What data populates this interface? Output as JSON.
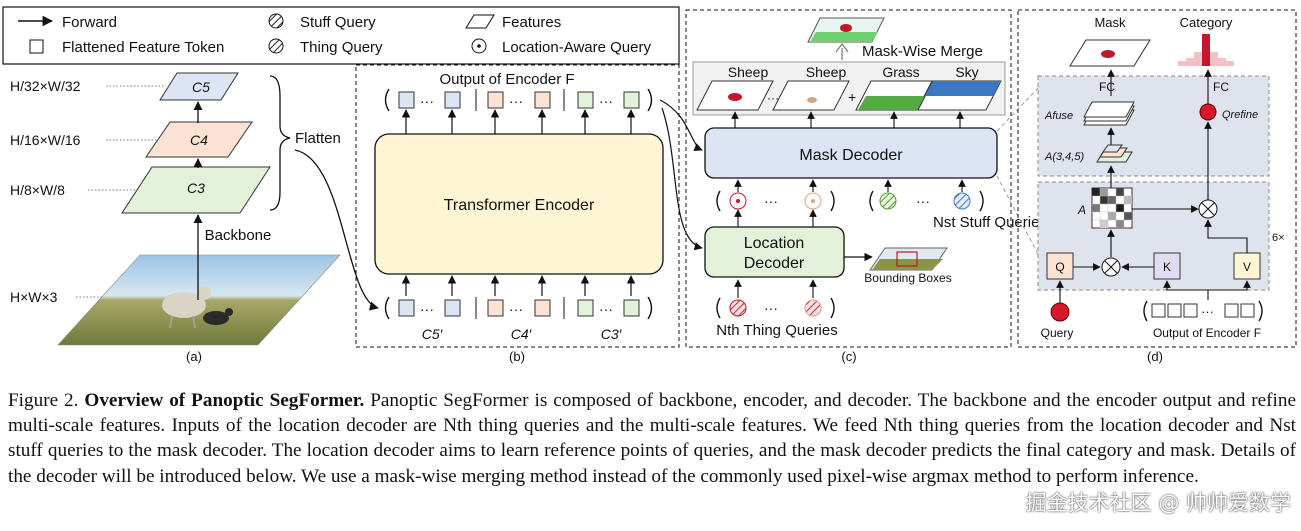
{
  "legend": {
    "forward": "Forward",
    "token": "Flattened Feature Token",
    "stuff_query": "Stuff Query",
    "thing_query": "Thing Query",
    "features": "Features",
    "location_query": "Location-Aware Query"
  },
  "panel_a": {
    "c5": "C5",
    "c4": "C4",
    "c3": "C3",
    "scale_32": "H/32×W/32",
    "scale_16": "H/16×W/16",
    "scale_8": "H/8×W/8",
    "input": "H×W×3",
    "backbone": "Backbone",
    "flatten": "Flatten",
    "label": "(a)"
  },
  "panel_b": {
    "output_label": "Output of Encoder F",
    "encoder": "Transformer Encoder",
    "c5p": "C5′",
    "c4p": "C4′",
    "c3p": "C3′",
    "label": "(b)"
  },
  "panel_c": {
    "merge": "Mask-Wise Merge",
    "classes": [
      "Sheep",
      "Sheep",
      "Grass",
      "Sky"
    ],
    "class_colors": [
      "#c0182c",
      "#d4a387",
      "#55aa44",
      "#3a78c2"
    ],
    "mask_decoder": "Mask Decoder",
    "location_decoder_1": "Location",
    "location_decoder_2": "Decoder",
    "stuff_queries": "Nst Stuff Queries",
    "thing_queries": "Nth Thing Queries",
    "bounding_boxes": "Bounding Boxes",
    "label": "(c)"
  },
  "panel_d": {
    "mask": "Mask",
    "category": "Category",
    "fc_left": "FC",
    "fc_right": "FC",
    "a_fuse": "Afuse",
    "a_345": "A(3,4,5)",
    "q_refine": "Qrefine",
    "a": "A",
    "repeat": "6×",
    "q": "Q",
    "k": "K",
    "v": "V",
    "query": "Query",
    "output_label": "Output of Encoder F",
    "label": "(d)"
  },
  "caption": {
    "prefix": "Figure 2.",
    "title": "Overview of Panoptic SegFormer.",
    "body": "Panoptic SegFormer is composed of backbone, encoder, and decoder. The backbone and the encoder output and refine multi-scale features. Inputs of the location decoder are Nth thing queries and the multi-scale features. We feed Nth thing queries from the location decoder and Nst stuff queries to the mask decoder. The location decoder aims to learn reference points of queries, and the mask decoder predicts the final category and mask. Details of the decoder will be introduced below. We use a mask-wise merging method instead of the commonly used pixel-wise argmax method to perform inference."
  },
  "watermark": "掘金技术社区 @ 帅帅爱数学"
}
